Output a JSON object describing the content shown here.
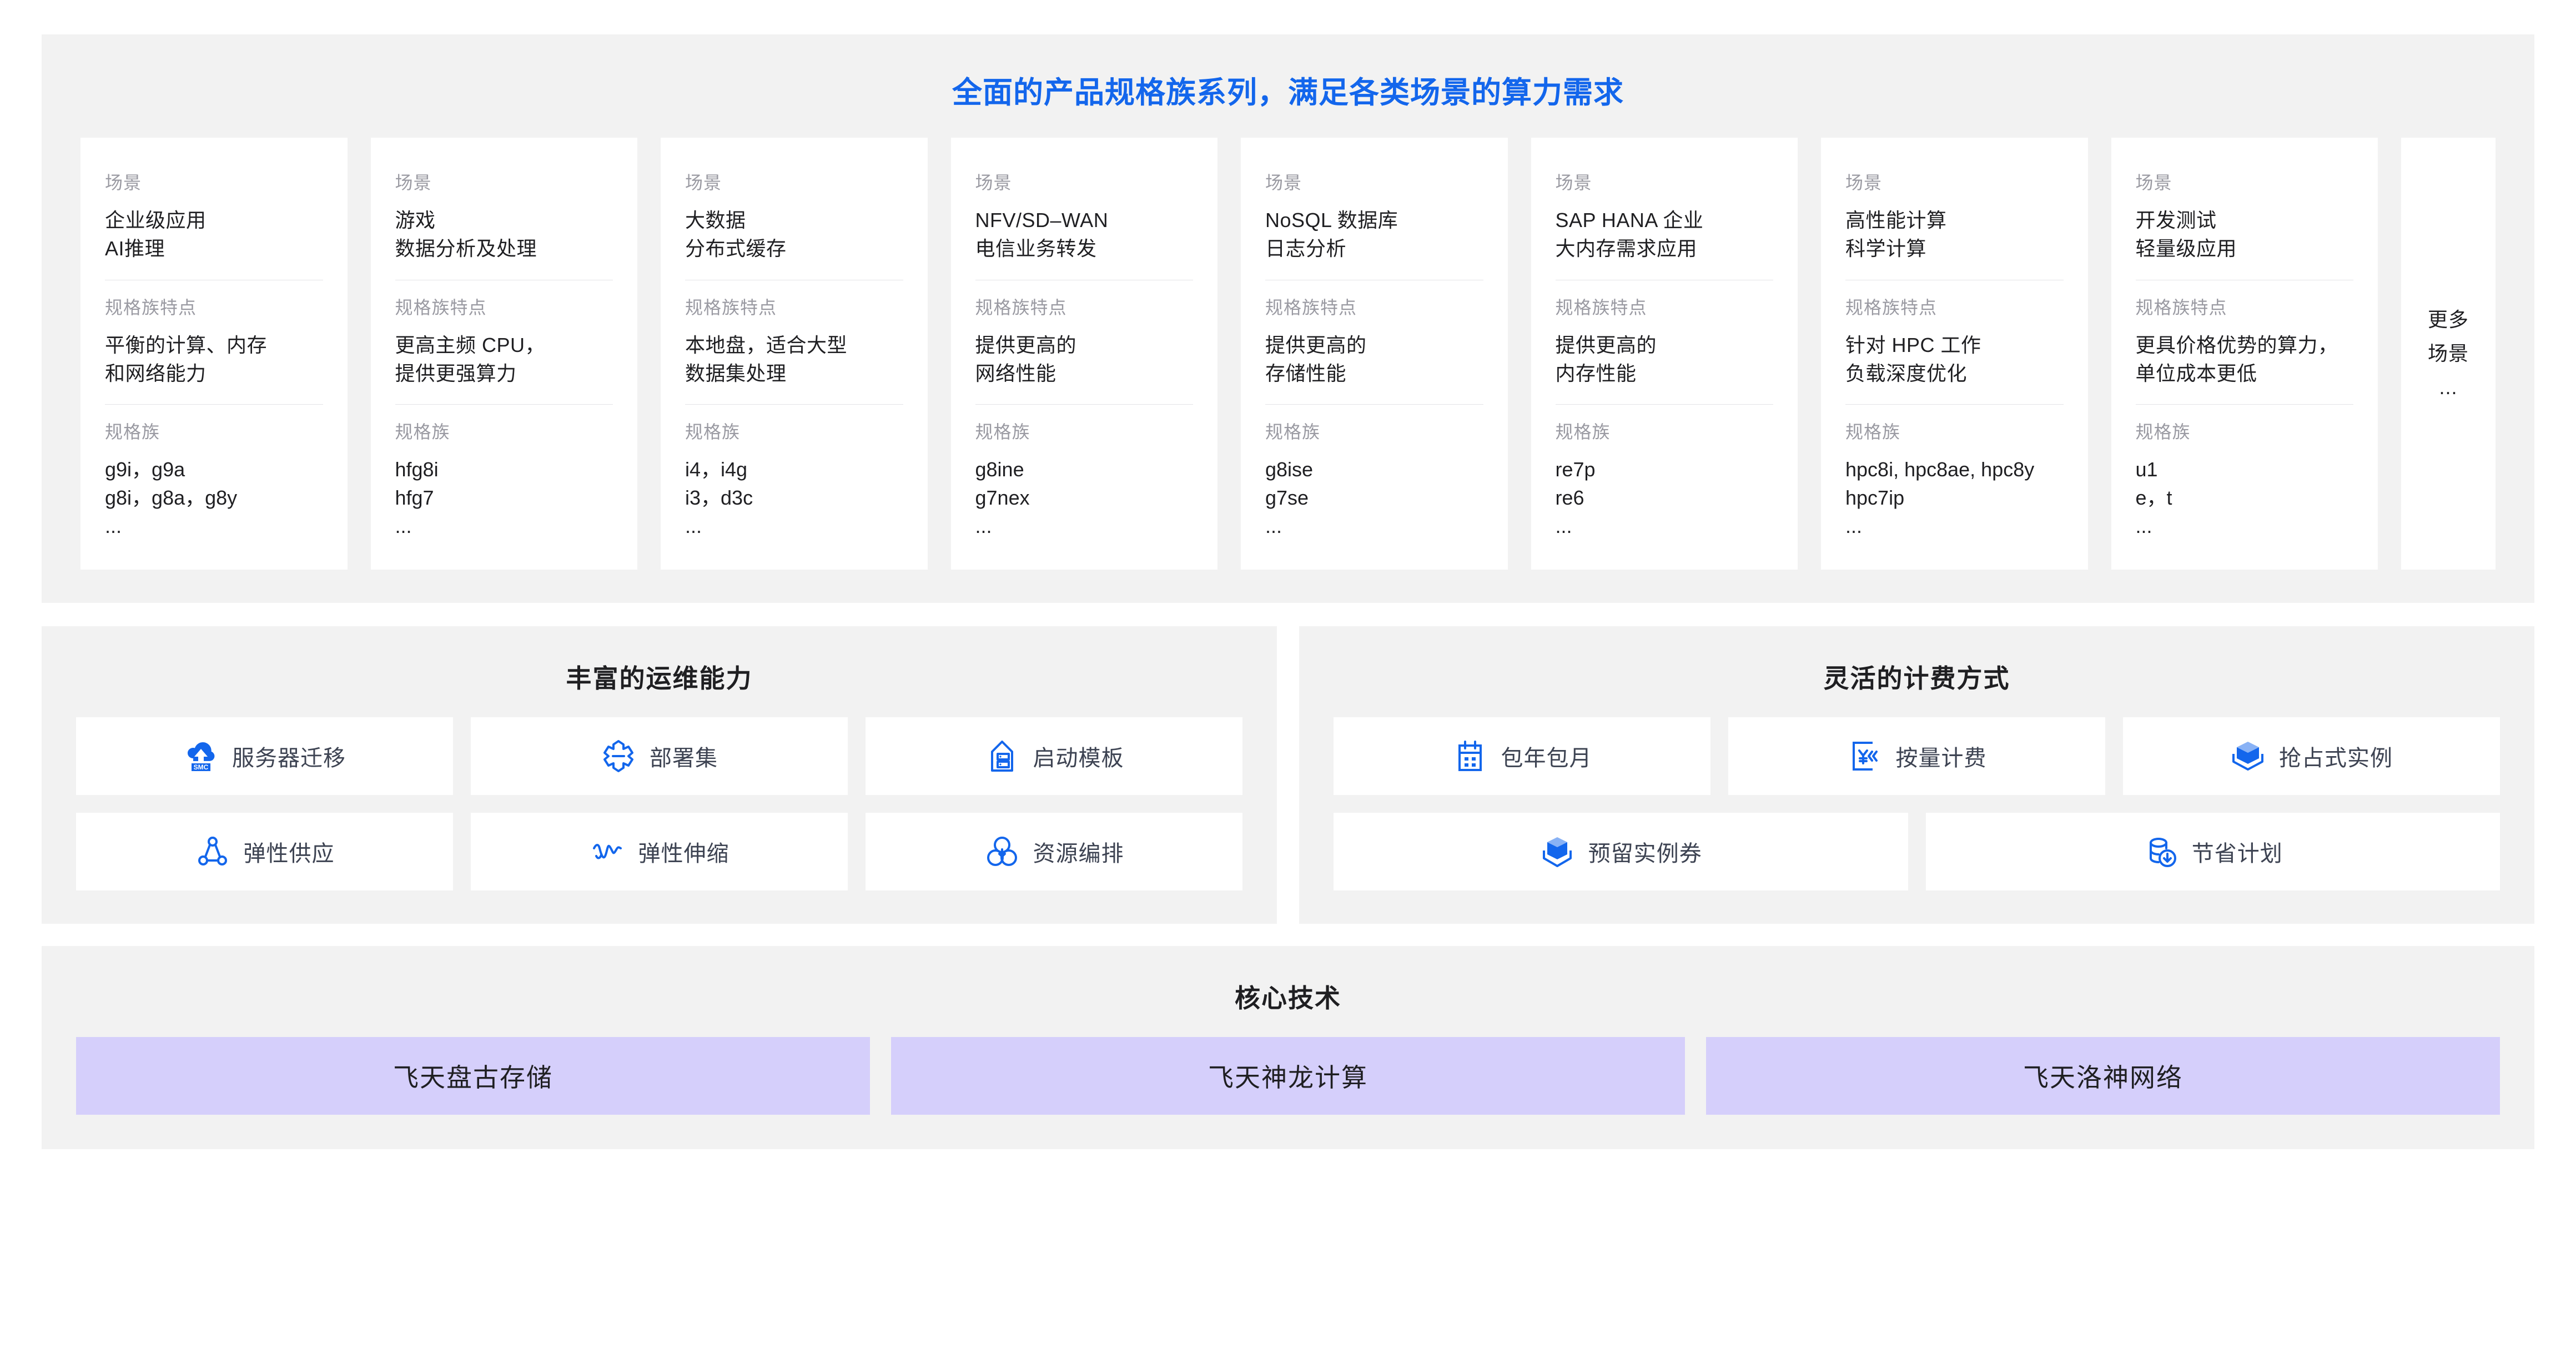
{
  "accent_color": "#1366ec",
  "panel_bg": "#f2f2f2",
  "core_tile_bg": "#d5cffb",
  "scenarios": {
    "title": "全面的产品规格族系列，满足各类场景的算力需求",
    "labels": {
      "scene": "场景",
      "feature": "规格族特点",
      "family": "规格族"
    },
    "cards": [
      {
        "scene": [
          "企业级应用",
          "AI推理"
        ],
        "feature": [
          "平衡的计算、内存",
          "和网络能力"
        ],
        "family": [
          "g9i，g9a",
          "g8i，g8a，g8y",
          "..."
        ]
      },
      {
        "scene": [
          "游戏",
          "数据分析及处理"
        ],
        "feature": [
          "更高主频 CPU，",
          "提供更强算力"
        ],
        "family": [
          "hfg8i",
          "hfg7",
          "..."
        ]
      },
      {
        "scene": [
          "大数据",
          "分布式缓存"
        ],
        "feature": [
          "本地盘，适合大型",
          "数据集处理"
        ],
        "family": [
          "i4，i4g",
          "i3，d3c",
          "..."
        ]
      },
      {
        "scene": [
          "NFV/SD–WAN",
          "电信业务转发"
        ],
        "feature": [
          "提供更高的",
          "网络性能"
        ],
        "family": [
          "g8ine",
          "g7nex",
          "..."
        ]
      },
      {
        "scene": [
          "NoSQL 数据库",
          "日志分析"
        ],
        "feature": [
          "提供更高的",
          "存储性能"
        ],
        "family": [
          "g8ise",
          "g7se",
          "..."
        ]
      },
      {
        "scene": [
          "SAP HANA 企业",
          "大内存需求应用"
        ],
        "feature": [
          "提供更高的",
          "内存性能"
        ],
        "family": [
          "re7p",
          "re6",
          "..."
        ]
      },
      {
        "scene": [
          "高性能计算",
          "科学计算"
        ],
        "feature": [
          "针对 HPC 工作",
          "负载深度优化"
        ],
        "family": [
          "hpc8i, hpc8ae, hpc8y",
          "hpc7ip",
          "..."
        ]
      },
      {
        "scene": [
          "开发测试",
          "轻量级应用"
        ],
        "feature": [
          "更具价格优势的算力，",
          "单位成本更低"
        ],
        "family": [
          "u1",
          "e，t",
          "..."
        ]
      }
    ],
    "more_card": [
      "更多",
      "场景",
      "..."
    ]
  },
  "ops": {
    "title": "丰富的运维能力",
    "items": [
      {
        "label": "服务器迁移",
        "icon": "smc-cloud-upload-icon"
      },
      {
        "label": "部署集",
        "icon": "deployment-set-icon"
      },
      {
        "label": "启动模板",
        "icon": "launch-template-icon"
      },
      {
        "label": "弹性供应",
        "icon": "elastic-provision-icon"
      },
      {
        "label": "弹性伸缩",
        "icon": "auto-scaling-icon"
      },
      {
        "label": "资源编排",
        "icon": "resource-orchestration-icon"
      }
    ]
  },
  "billing": {
    "title": "灵活的计费方式",
    "items": [
      {
        "label": "包年包月",
        "icon": "calendar-subscription-icon"
      },
      {
        "label": "按量计费",
        "icon": "pay-as-you-go-icon"
      },
      {
        "label": "抢占式实例",
        "icon": "spot-instance-icon"
      },
      {
        "label": "预留实例券",
        "icon": "reserved-instance-icon"
      },
      {
        "label": "节省计划",
        "icon": "savings-plan-icon"
      }
    ]
  },
  "core": {
    "title": "核心技术",
    "items": [
      {
        "label": "飞天盘古存储"
      },
      {
        "label": "飞天神龙计算"
      },
      {
        "label": "飞天洛神网络"
      }
    ]
  }
}
